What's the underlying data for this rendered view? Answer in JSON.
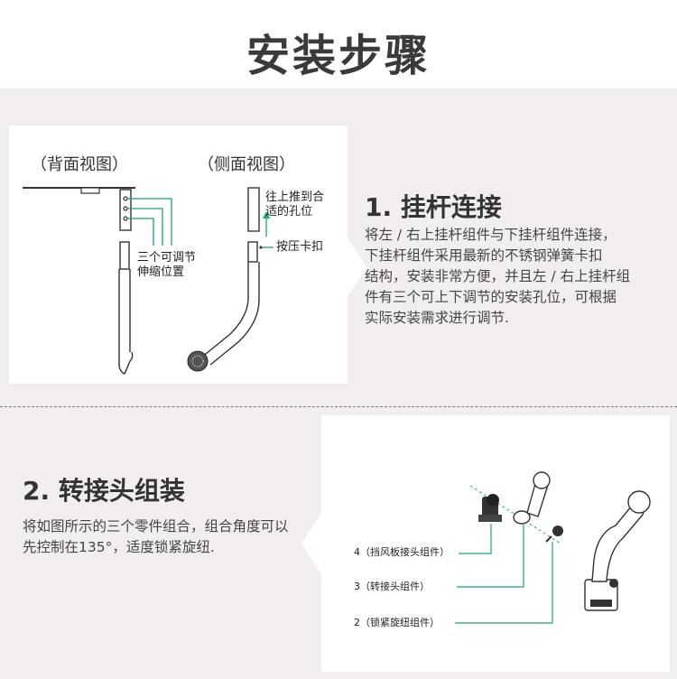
{
  "page": {
    "title": "安装步骤"
  },
  "step1": {
    "title": "1. 挂杆连接",
    "description": "将左 / 右上挂杆组件与下挂杆组件连接，\n下挂杆组件采用最新的不锈钢弹簧卡扣\n结构，安装非常方便，并且左 / 右上挂杆组\n件有三个可上下调节的安装孔位，可根据\n实际安装需求进行调节.",
    "back_view_label": "（背面视图）",
    "side_view_label": "（侧面视图）",
    "annot_adjust": "三个可调节\n伸缩位置",
    "annot_push": "往上推到合\n适的孔位",
    "annot_press": "按压卡扣"
  },
  "step2": {
    "title": "2. 转接头组装",
    "description": "将如图所示的三个零件组合，组合角度可以\n先控制在135°，适度锁紧旋纽.",
    "parts": [
      "4（挡风板接头组件）",
      "3（转接头组件）",
      "2（锁紧旋纽组件）"
    ]
  },
  "colors": {
    "accent": "#1aa86a",
    "background": "#f3eeee"
  }
}
